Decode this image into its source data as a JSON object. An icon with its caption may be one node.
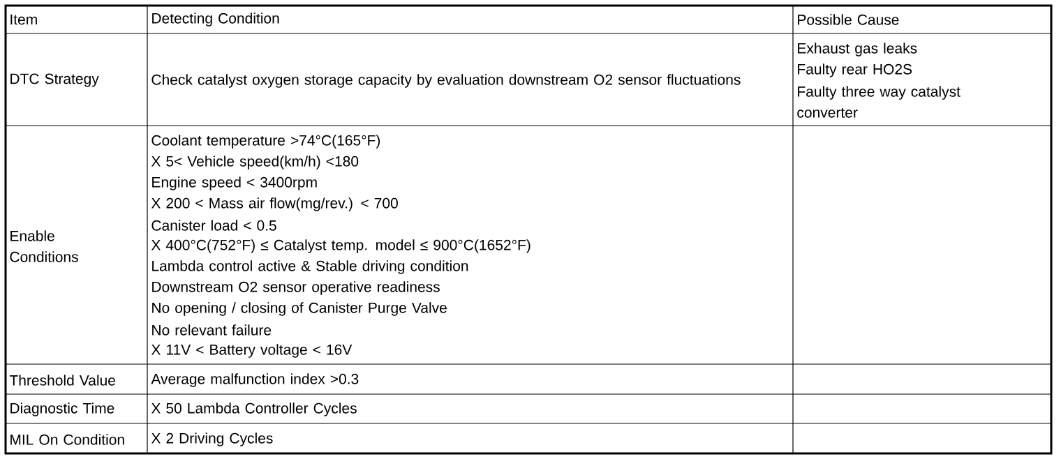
{
  "diagram": {
    "labels": [
      "Item",
      "Detecting Condition",
      "Possible Cause",
      "DTC Strategy",
      "Check catalyst oxygen storage capacity by evaluation downstream O2 sensor fluctuations",
      "Exhaust gas leaks",
      "Faulty rear HO2S",
      "Faulty three way catalyst converter",
      "Enable Conditions",
      "Coolant temperature >74°C(165°F)",
      "X 5< Vehicle speed(km/h) <180",
      "Engine speed < 3400rpm",
      "X 200 < Mass air flow(mg/rev.) < 700",
      "Canister load < 0.5",
      "X 400°C(752°F) ≤ Catalyst temp. model ≤ 900°C(1652°F)",
      "Lambda control active & Stable driving condition",
      "Downstream O2 sensor operative readiness",
      "No opening / closing of Canister Purge Valve",
      "No relevant failure",
      "X 11V < Battery voltage < 16V",
      "Threshold Value",
      "Average malfunction index >0.3",
      "Diagnostic Time",
      "X 50 Lambda Controller Cycles",
      "MIL On Condition",
      "X 2 Driving Cycles"
    ]
  }
}
